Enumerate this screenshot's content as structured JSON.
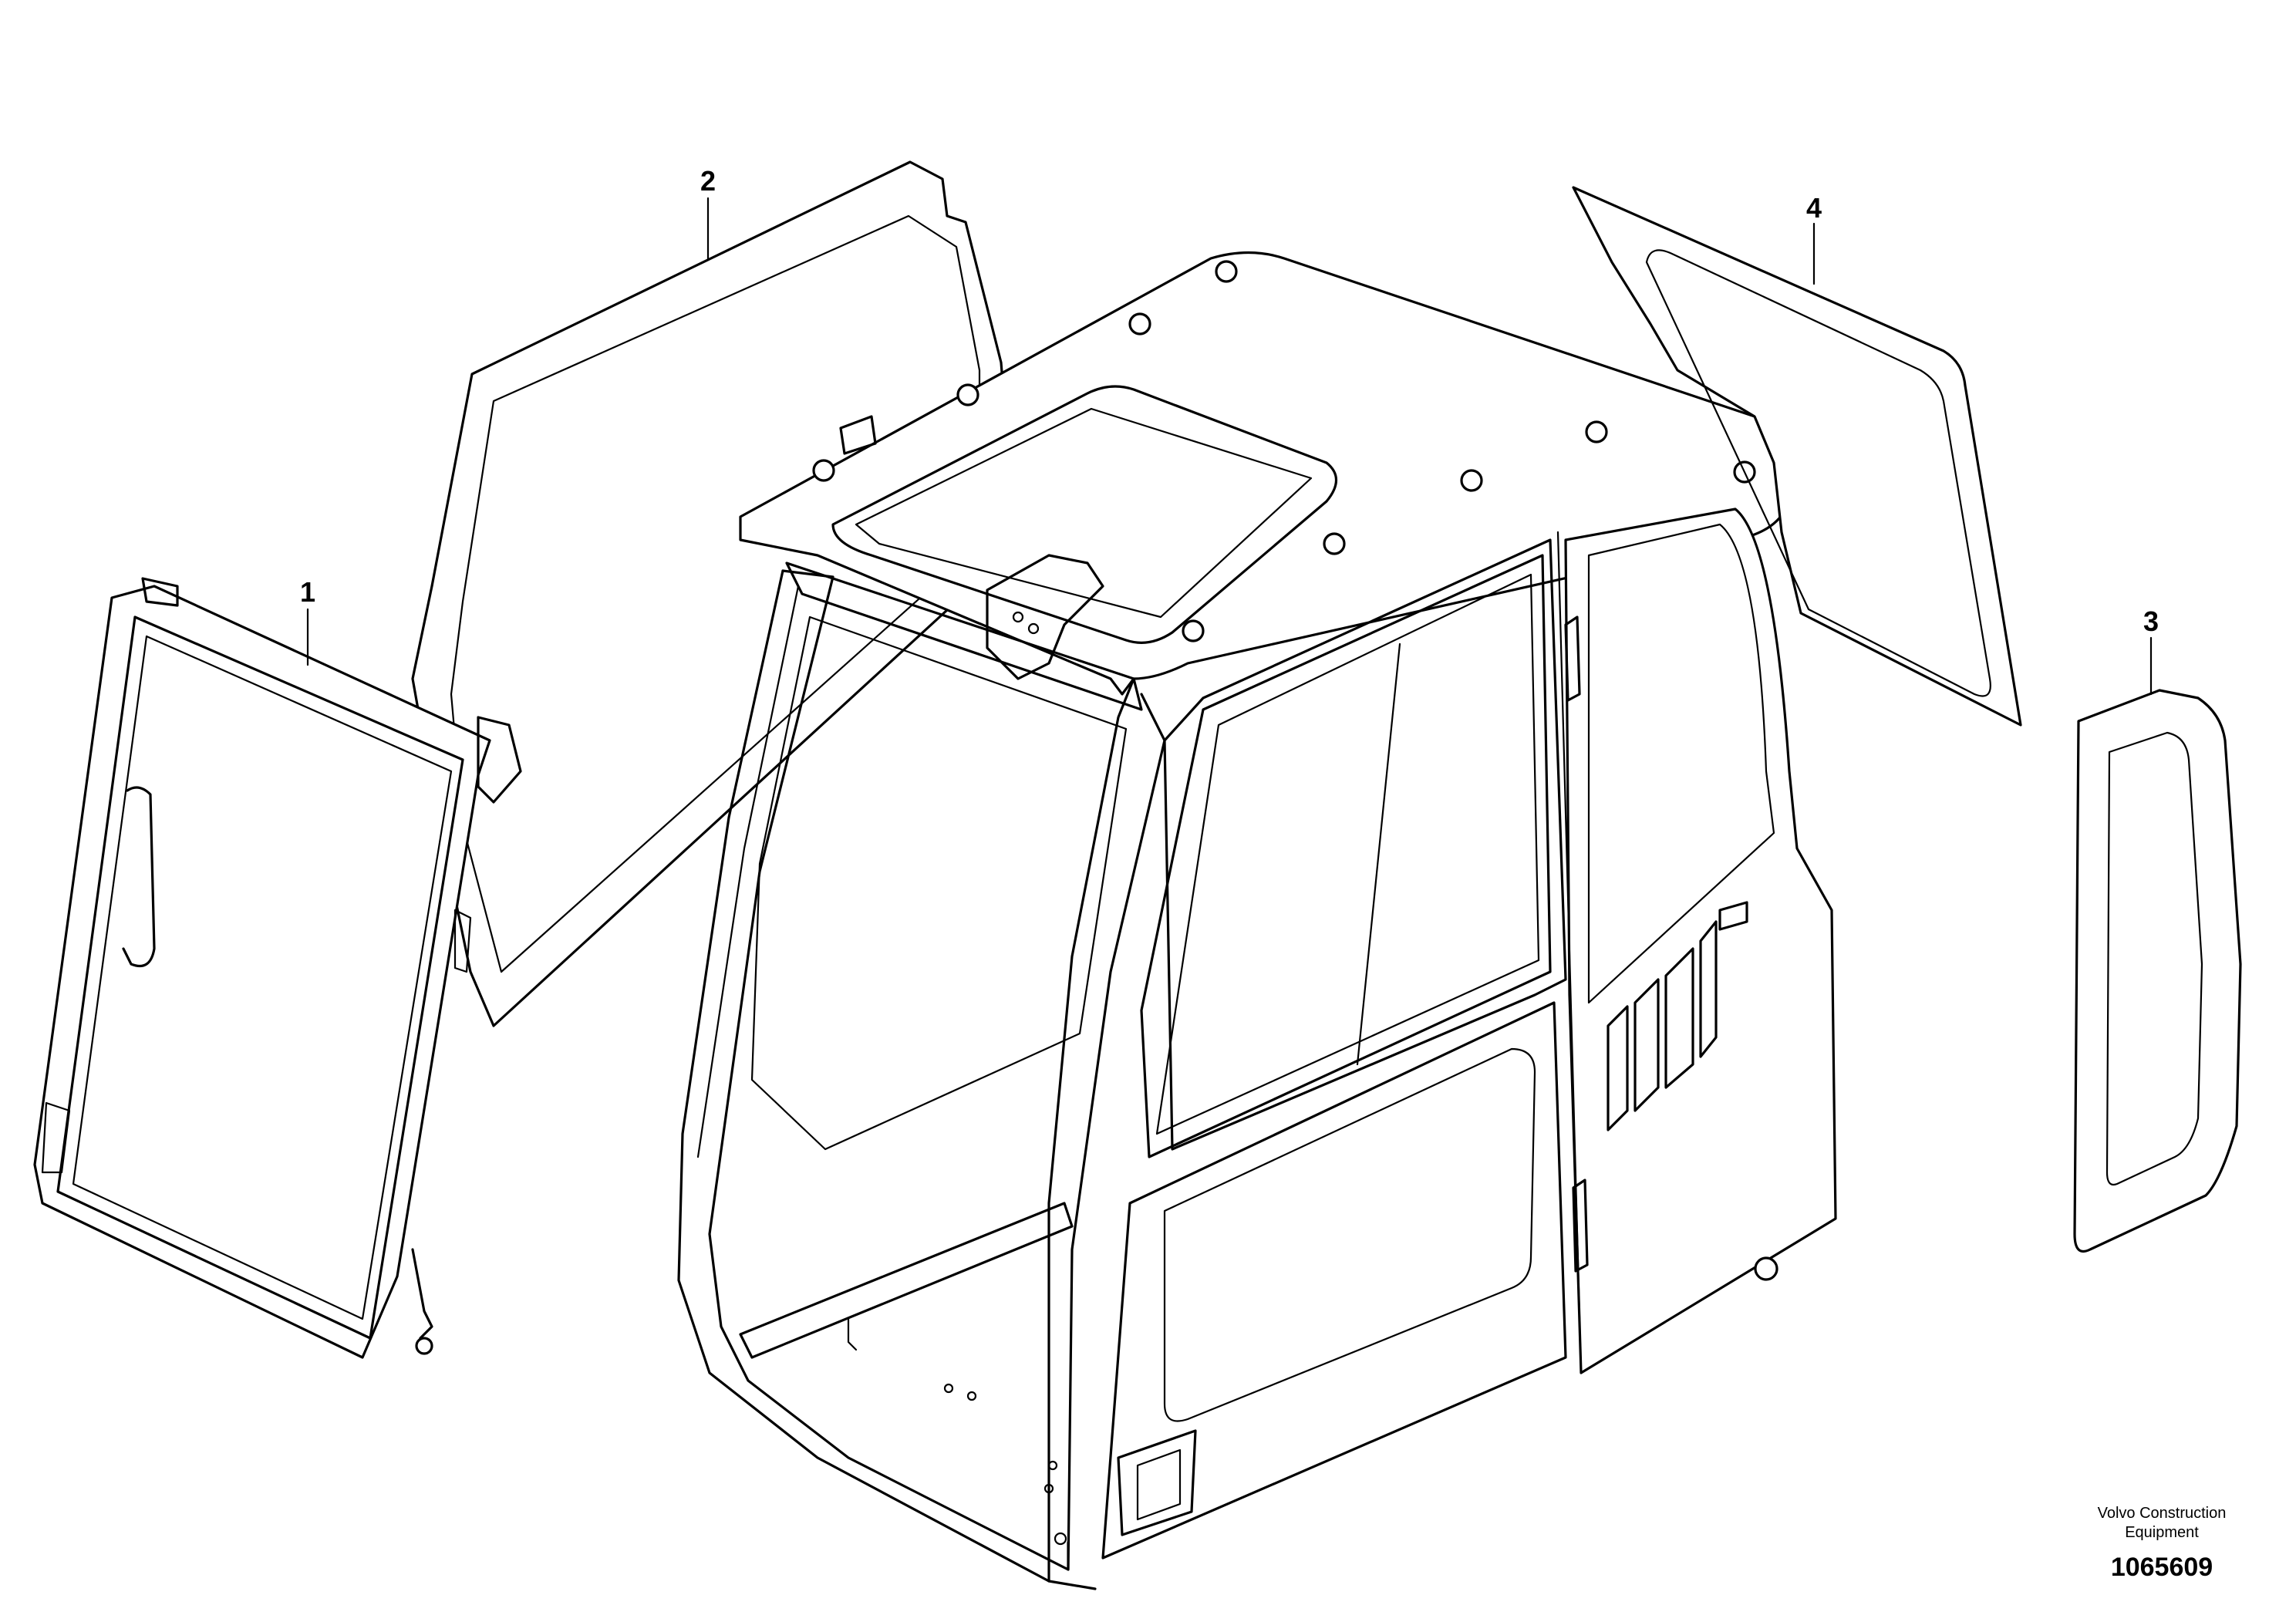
{
  "callouts": [
    {
      "id": "1",
      "label": "1"
    },
    {
      "id": "2",
      "label": "2"
    },
    {
      "id": "3",
      "label": "3"
    },
    {
      "id": "4",
      "label": "4"
    }
  ],
  "caption": {
    "company_line1": "Volvo Construction",
    "company_line2": "Equipment",
    "document_number": "1065609"
  }
}
